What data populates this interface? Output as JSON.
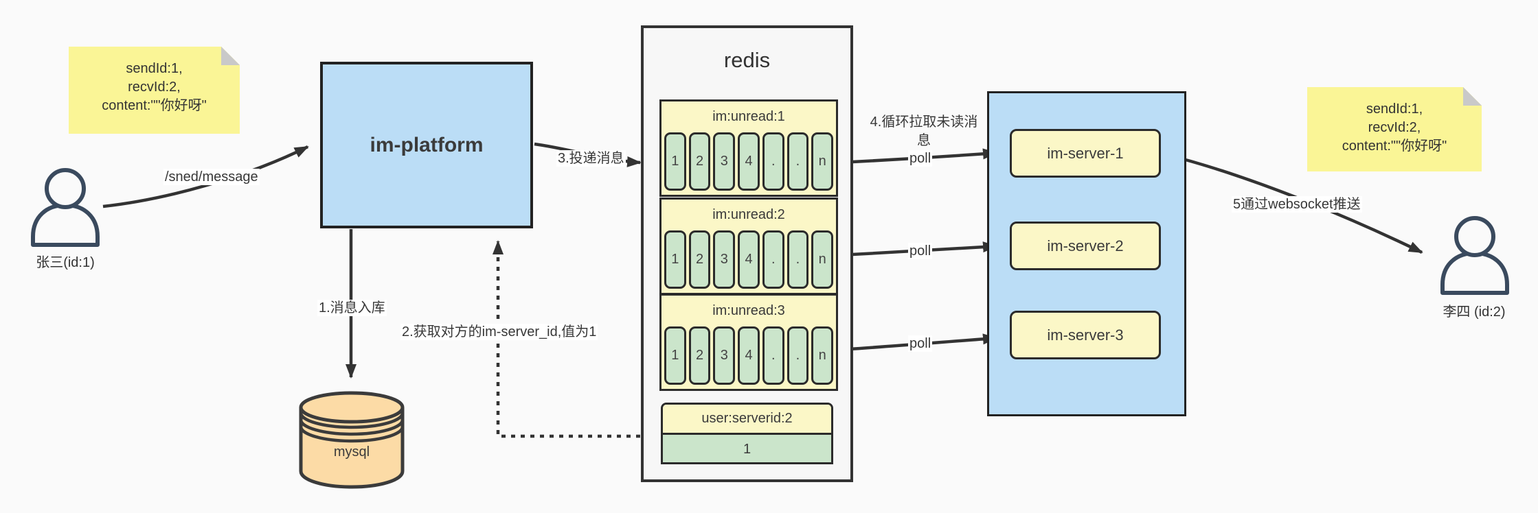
{
  "notes": {
    "left": {
      "lines": [
        "sendId:1,",
        "recvId:2,",
        "content:\"\"你好呀\""
      ]
    },
    "right": {
      "lines": [
        "sendId:1,",
        "recvId:2,",
        "content:\"\"你好呀\""
      ]
    }
  },
  "actors": {
    "sender": {
      "label": "张三(id:1)"
    },
    "receiver": {
      "label": "李四 (id:2)"
    }
  },
  "platform": {
    "label": "im-platform"
  },
  "database": {
    "label": "mysql"
  },
  "redis": {
    "title": "redis",
    "queues": [
      {
        "name": "im:unread:1",
        "cells": [
          "1",
          "2",
          "3",
          "4",
          ".",
          ".",
          "n"
        ]
      },
      {
        "name": "im:unread:2",
        "cells": [
          "1",
          "2",
          "3",
          "4",
          ".",
          ".",
          "n"
        ]
      },
      {
        "name": "im:unread:3",
        "cells": [
          "1",
          "2",
          "3",
          "4",
          ".",
          ".",
          "n"
        ]
      }
    ],
    "kv": {
      "name": "user:serverid:2",
      "value": "1"
    }
  },
  "servers": [
    {
      "label": "im-server-1"
    },
    {
      "label": "im-server-2"
    },
    {
      "label": "im-server-3"
    }
  ],
  "edges": {
    "send_label": "/sned/message",
    "step1": "1.消息入库",
    "step2": "2.获取对方的im-server_id,值为1",
    "step3": "3.投递消息",
    "step4": "4.循环拉取未读消息",
    "poll": "poll",
    "step5": "5通过websocket推送"
  },
  "colors": {
    "blue": "#bbddf6",
    "note_yellow": "#faf596",
    "box_yellow": "#fbf7c7",
    "green": "#cbe5cb",
    "orange": "#fcdba6",
    "line": "#333333"
  }
}
